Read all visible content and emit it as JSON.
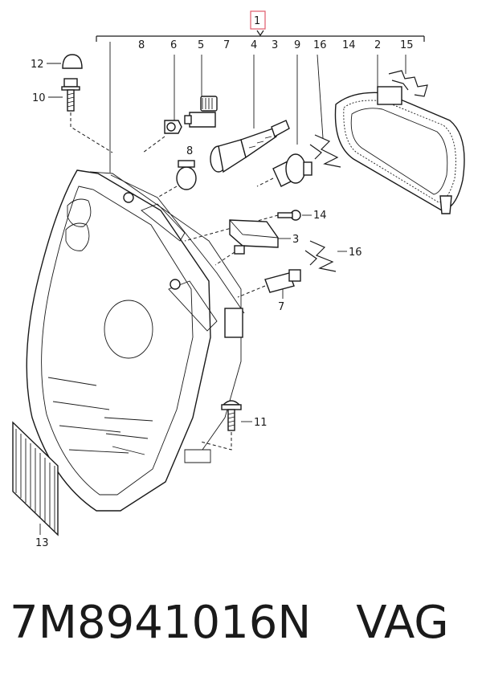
{
  "callouts": {
    "top_main": "1",
    "top_row": [
      "8",
      "6",
      "5",
      "7",
      "4",
      "3",
      "9",
      "16",
      "14",
      "2",
      "15"
    ],
    "c12": "12",
    "c10": "10",
    "c8_mid": "8",
    "c14_mid": "14",
    "c3_mid": "3",
    "c16_mid": "16",
    "c7_mid": "7",
    "c11": "11",
    "c13": "13"
  },
  "footer": {
    "part_number": "7M8941016N",
    "brand": "VAG"
  },
  "colors": {
    "ink": "#1a1a1a",
    "highlight_box": "#e05a6a"
  }
}
